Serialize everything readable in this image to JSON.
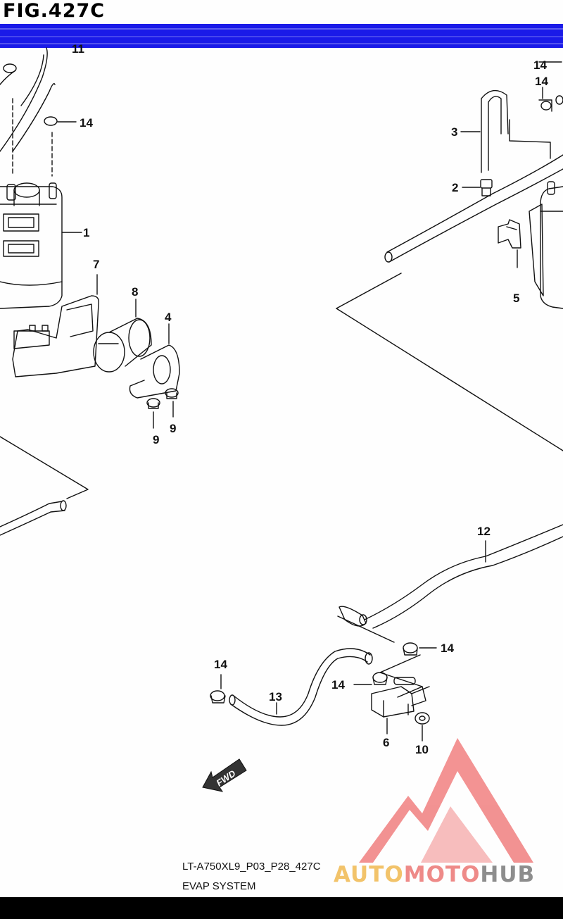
{
  "header": {
    "title": "FIG.427C"
  },
  "footer": {
    "code": "LT-A750XL9_P03_P28_427C",
    "caption": "EVAP SYSTEM"
  },
  "logo": {
    "part1": "AUTO",
    "part2": "MOTO",
    "part3": "HUB",
    "colors": {
      "auto": "#f2c36a",
      "moto": "#ee8a88",
      "hub": "#8d8d8d"
    }
  },
  "diagram": {
    "fwd_label": "FWD",
    "callouts": [
      {
        "id": "c11",
        "text": "11"
      },
      {
        "id": "c14a",
        "text": "14"
      },
      {
        "id": "c14b",
        "text": "14"
      },
      {
        "id": "c14c",
        "text": "14"
      },
      {
        "id": "c3",
        "text": "3"
      },
      {
        "id": "c2",
        "text": "2"
      },
      {
        "id": "c1",
        "text": "1"
      },
      {
        "id": "c5",
        "text": "5"
      },
      {
        "id": "c7",
        "text": "7"
      },
      {
        "id": "c8",
        "text": "8"
      },
      {
        "id": "c4",
        "text": "4"
      },
      {
        "id": "c9a",
        "text": "9"
      },
      {
        "id": "c9b",
        "text": "9"
      },
      {
        "id": "c12",
        "text": "12"
      },
      {
        "id": "c14d",
        "text": "14"
      },
      {
        "id": "c14e",
        "text": "14"
      },
      {
        "id": "c14f",
        "text": "14"
      },
      {
        "id": "c13",
        "text": "13"
      },
      {
        "id": "c6",
        "text": "6"
      },
      {
        "id": "c10",
        "text": "10"
      }
    ]
  }
}
